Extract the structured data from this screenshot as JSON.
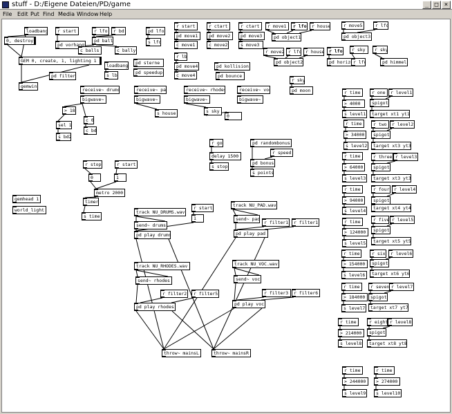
{
  "window": {
    "title": "stuff - D:/Eigene Dateien/PD/game",
    "minimize": "_",
    "maximize": "□",
    "close": "×"
  },
  "menu": [
    "File",
    "Edit",
    "Put",
    "Find",
    "Media",
    "Window",
    "Help"
  ],
  "boxes": [
    {
      "t": "loadbang"
    },
    {
      "t": "0, destroy"
    },
    {
      "t": "GEM 0, create, 1, lighting 1"
    },
    {
      "t": "gemwin"
    },
    {
      "t": "r start"
    },
    {
      "t": "pd vorhang"
    },
    {
      "t": "r lfo"
    },
    {
      "t": "r bd"
    },
    {
      "t": "pd ball"
    },
    {
      "t": "c balls"
    },
    {
      "t": "c bally"
    },
    {
      "t": "pd filter"
    },
    {
      "t": "loadbang"
    },
    {
      "t": "s lb"
    },
    {
      "t": "pd lfo"
    },
    {
      "t": "s lfo"
    },
    {
      "t": "pd sterne"
    },
    {
      "t": "pd speedup"
    },
    {
      "t": "r start"
    },
    {
      "t": "pd move1"
    },
    {
      "t": "c move1"
    },
    {
      "t": "r ctart"
    },
    {
      "t": "pd move2"
    },
    {
      "t": "c move2"
    },
    {
      "t": "r ctart"
    },
    {
      "t": "pd move3"
    },
    {
      "t": "s move3"
    },
    {
      "t": "r lb"
    },
    {
      "t": "pd move4"
    },
    {
      "t": "c move4"
    },
    {
      "t": "pd kollision"
    },
    {
      "t": "pd bounce"
    },
    {
      "t": "r move1"
    },
    {
      "t": "r lfo"
    },
    {
      "t": "r house"
    },
    {
      "t": "pd object1"
    },
    {
      "t": "r move2"
    },
    {
      "t": "r lfo"
    },
    {
      "t": "r house"
    },
    {
      "t": "pd object2"
    },
    {
      "t": "r move5"
    },
    {
      "t": "r lfo"
    },
    {
      "t": "pd object3"
    },
    {
      "t": "r lfo"
    },
    {
      "t": "pd horizont"
    },
    {
      "t": "r sky"
    },
    {
      "t": "r lfo"
    },
    {
      "t": "r sky"
    },
    {
      "t": "pd himmel"
    },
    {
      "t": "r sky"
    },
    {
      "t": "pd moon"
    },
    {
      "t": "receive~ drums"
    },
    {
      "t": "bigwave~"
    },
    {
      "t": "receive~ pad"
    },
    {
      "t": "bigwave~"
    },
    {
      "t": "receive~ rhodes"
    },
    {
      "t": "bigwave~"
    },
    {
      "t": "receive~ voc"
    },
    {
      "t": "bigwave~"
    },
    {
      "t": "> 18"
    },
    {
      "t": "sel 1"
    },
    {
      "t": "s bd2"
    },
    {
      "t": "c 0"
    },
    {
      "t": "c bd"
    },
    {
      "t": "s house"
    },
    {
      "t": "s sky"
    },
    {
      "t": "0"
    },
    {
      "t": "r go"
    },
    {
      "t": "delay 1500"
    },
    {
      "t": "s stop"
    },
    {
      "t": "pd randombonus"
    },
    {
      "t": "r speed"
    },
    {
      "t": "pd bonus"
    },
    {
      "t": "s points"
    },
    {
      "t": "r stop"
    },
    {
      "t": "r start"
    },
    {
      "t": "0"
    },
    {
      "t": "1"
    },
    {
      "t": "metro 2000"
    },
    {
      "t": "timer"
    },
    {
      "t": "s time"
    },
    {
      "t": "gemhead 1"
    },
    {
      "t": "world_light"
    },
    {
      "t": "track NU_DRUMS.wav"
    },
    {
      "t": "r start"
    },
    {
      "t": "send~ drums"
    },
    {
      "t": "1"
    },
    {
      "t": "pd play drums"
    },
    {
      "t": "track NU_PAD.wav"
    },
    {
      "t": "send~ pad"
    },
    {
      "t": "r filter1"
    },
    {
      "t": "r filter1"
    },
    {
      "t": "pd play pad"
    },
    {
      "t": "track NU_RHODES.wav"
    },
    {
      "t": "send~ rhodes"
    },
    {
      "t": "r filter2"
    },
    {
      "t": "r filter5"
    },
    {
      "t": "pd play rhodes"
    },
    {
      "t": "track NU_VOC.wav"
    },
    {
      "t": "send~ voc"
    },
    {
      "t": "r filter3"
    },
    {
      "t": "r filter6"
    },
    {
      "t": "pd play voc"
    },
    {
      "t": "throw~ mainsL"
    },
    {
      "t": "throw~ mainsR"
    },
    {
      "t": "r time"
    },
    {
      "t": "> 4000"
    },
    {
      "t": "s level1"
    },
    {
      "t": "r one"
    },
    {
      "t": "r level1"
    },
    {
      "t": "spigot"
    },
    {
      "t": "target xt1 yt1"
    },
    {
      "t": "r time"
    },
    {
      "t": "> 34000"
    },
    {
      "t": "s level2"
    },
    {
      "t": "r two"
    },
    {
      "t": "r level2"
    },
    {
      "t": "spigot"
    },
    {
      "t": "target xt3 yt3"
    },
    {
      "t": "r time"
    },
    {
      "t": "> 64000"
    },
    {
      "t": "s level3"
    },
    {
      "t": "r three"
    },
    {
      "t": "r level3"
    },
    {
      "t": "spigot"
    },
    {
      "t": "target xt3 yt3"
    },
    {
      "t": "r time"
    },
    {
      "t": "> 94000"
    },
    {
      "t": "s level4"
    },
    {
      "t": "r four"
    },
    {
      "t": "r level4"
    },
    {
      "t": "spigot"
    },
    {
      "t": "target xt4 yt4"
    },
    {
      "t": "r time"
    },
    {
      "t": "> 124000"
    },
    {
      "t": "s level5"
    },
    {
      "t": "r five"
    },
    {
      "t": "r level5"
    },
    {
      "t": "spigot"
    },
    {
      "t": "target xt5 yt5"
    },
    {
      "t": "r time"
    },
    {
      "t": "> 154000"
    },
    {
      "t": "s level6"
    },
    {
      "t": "r six"
    },
    {
      "t": "r level6"
    },
    {
      "t": "spigot"
    },
    {
      "t": "target xt6 yt6"
    },
    {
      "t": "r time"
    },
    {
      "t": "> 184000"
    },
    {
      "t": "s level7"
    },
    {
      "t": "r seven"
    },
    {
      "t": "r level7"
    },
    {
      "t": "spigot"
    },
    {
      "t": "target xt7 yt7"
    },
    {
      "t": "r time"
    },
    {
      "t": "> 214000"
    },
    {
      "t": "s level8"
    },
    {
      "t": "r eight"
    },
    {
      "t": "r level8"
    },
    {
      "t": "spigot"
    },
    {
      "t": "target xt8 yt8"
    },
    {
      "t": "r time"
    },
    {
      "t": "> 244000"
    },
    {
      "t": "s level9"
    },
    {
      "t": "r time"
    },
    {
      "t": "> 274000"
    },
    {
      "t": "s level10"
    }
  ]
}
